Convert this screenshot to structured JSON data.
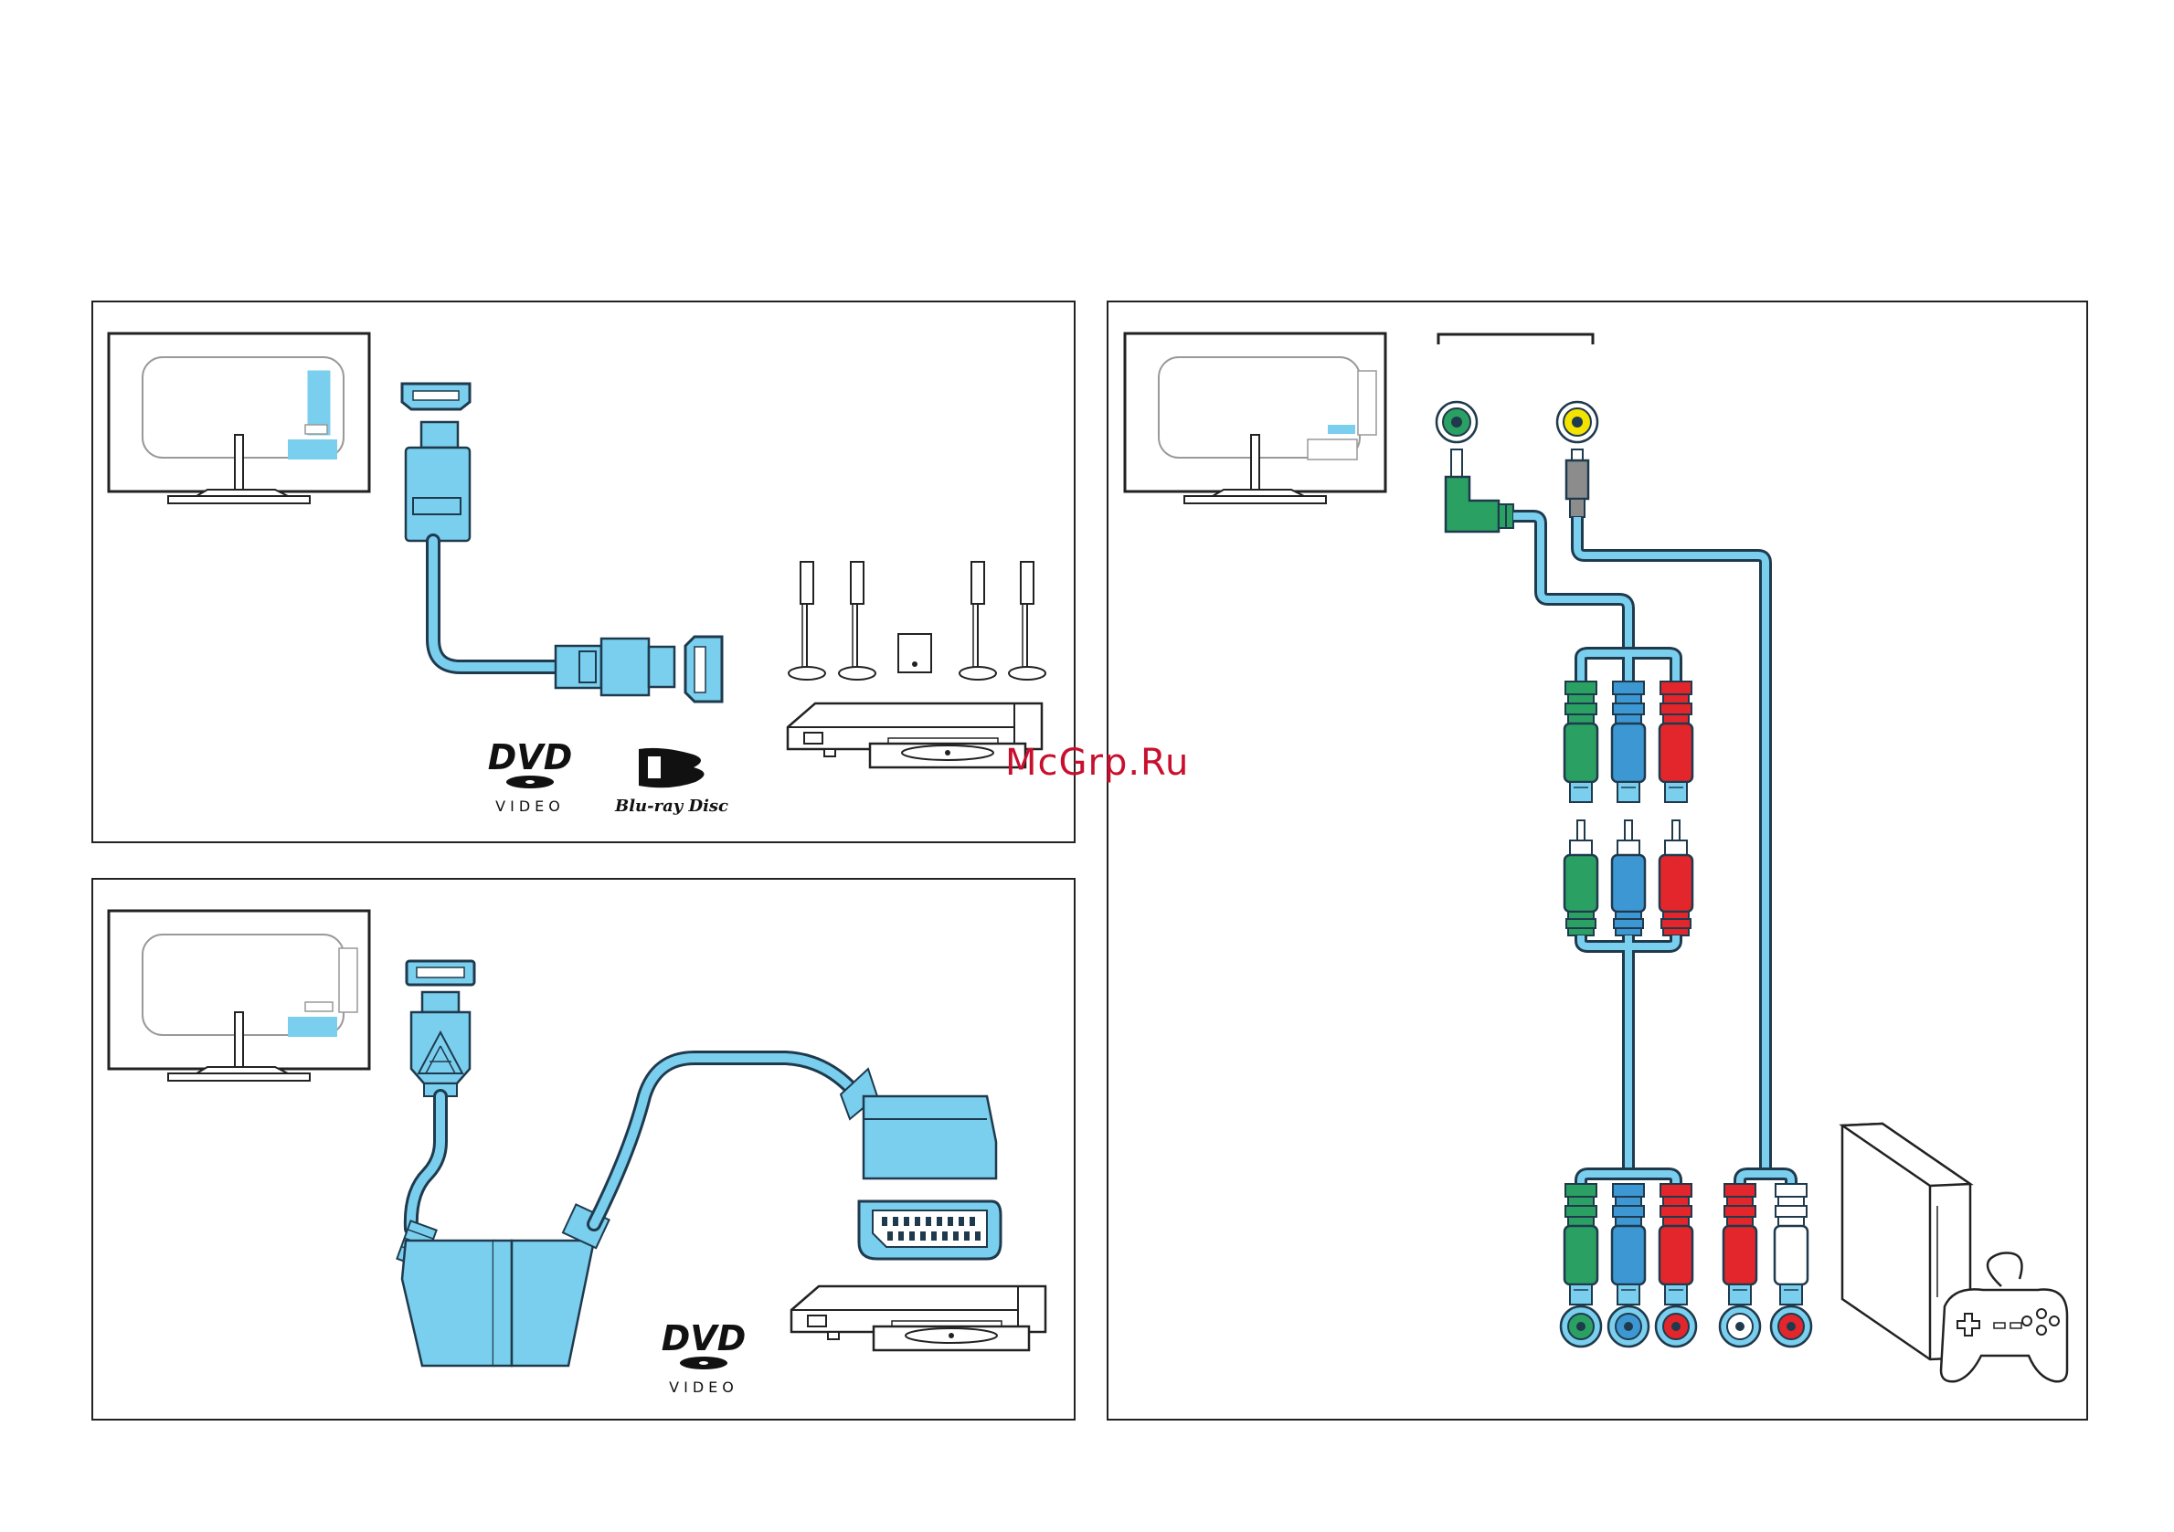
{
  "logos": {
    "dvd_main": "DVD",
    "dvd_sub": "VIDEO",
    "bluray": "Blu-ray Disc"
  },
  "watermark": "McGrp.Ru",
  "colors": {
    "cable": "#7acfee",
    "outline": "#1f3a4d",
    "green": "#2aa063",
    "blue": "#3d97d3",
    "red": "#e3262b",
    "white": "#ffffff",
    "yellow": "#f2e300",
    "gray": "#8c8c8c"
  }
}
